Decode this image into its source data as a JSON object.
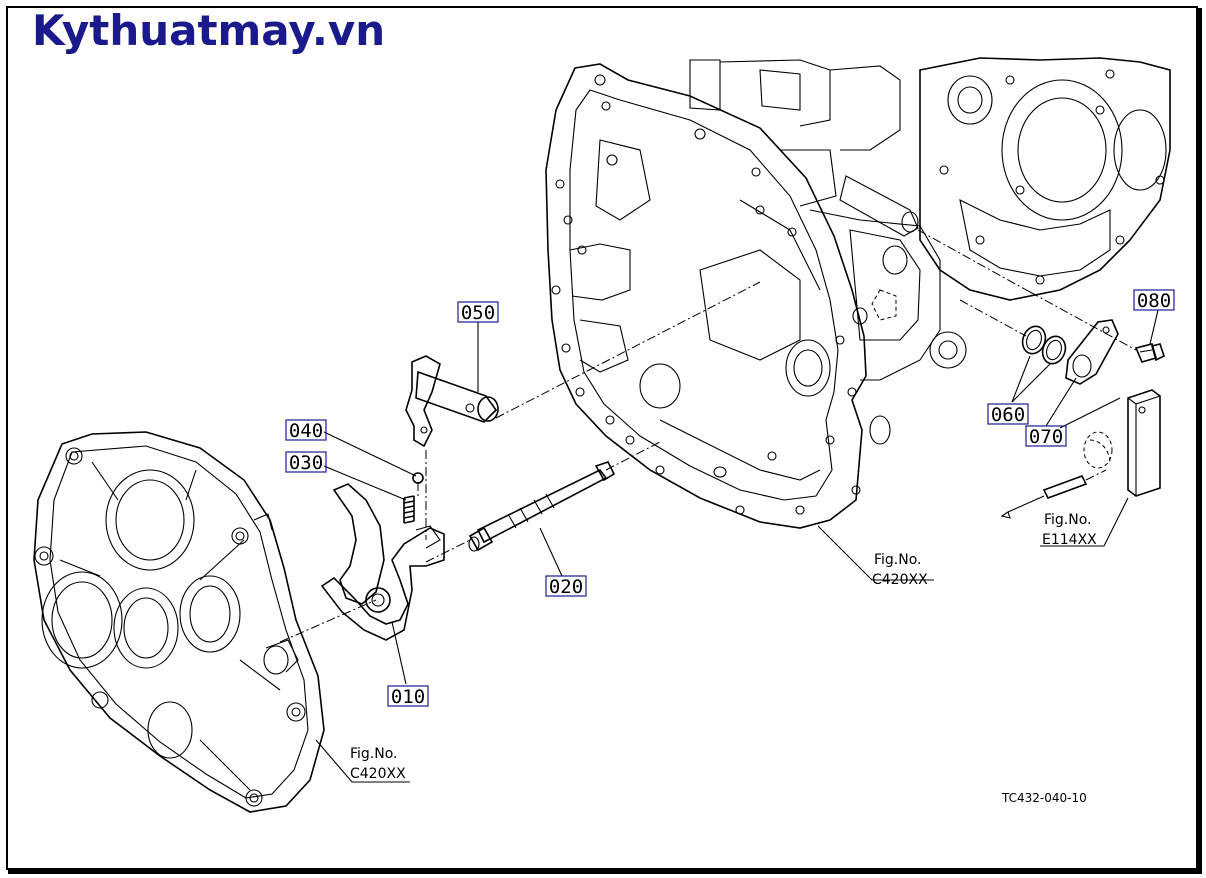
{
  "brand": {
    "text": "Kythuatmay.vn",
    "color": "#1a1a8c"
  },
  "drawing_number": "TC432-040-10",
  "callouts": [
    {
      "id": "010",
      "label": "010"
    },
    {
      "id": "020",
      "label": "020"
    },
    {
      "id": "030",
      "label": "030"
    },
    {
      "id": "040",
      "label": "040"
    },
    {
      "id": "050",
      "label": "050"
    },
    {
      "id": "060",
      "label": "060"
    },
    {
      "id": "070",
      "label": "070"
    },
    {
      "id": "080",
      "label": "080"
    }
  ],
  "figure_refs": [
    {
      "line1": "Fig.No.",
      "line2": "C420XX"
    },
    {
      "line1": "Fig.No.",
      "line2": "C420XX"
    },
    {
      "line1": "Fig.No.",
      "line2": "E114XX"
    }
  ]
}
